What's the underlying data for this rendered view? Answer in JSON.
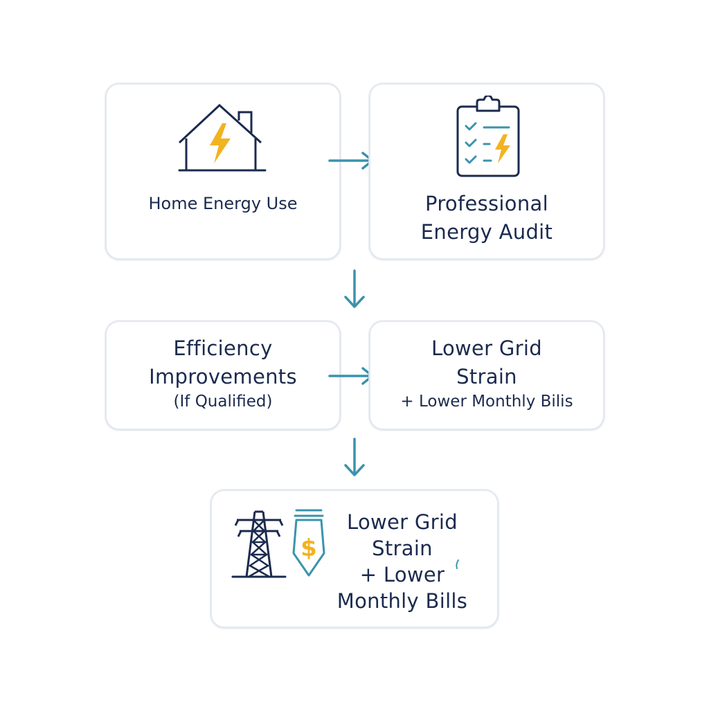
{
  "colors": {
    "navy": "#1b2a4e",
    "teal": "#3a93ad",
    "amber": "#f2b321",
    "card_border": "#e3e8ee"
  },
  "steps": {
    "home": {
      "label": "Home Energy Use",
      "icon": "house-lightning-icon"
    },
    "audit": {
      "line1": "Professional",
      "line2": "Energy Audit",
      "icon": "clipboard-checklist-icon"
    },
    "efficiency": {
      "line1": "Efficiency",
      "line2": "Improvements",
      "note": "(If Qualified)"
    },
    "lower": {
      "line1": "Lower Grid",
      "line2": "Strain",
      "note": "+ Lower Monthly Bilis"
    },
    "final": {
      "line1": "Lower Grid",
      "line2": "Strain",
      "line3": "+  Lower",
      "line4": "Monthly Bills",
      "icons": [
        "power-tower-icon",
        "dollar-tag-icon"
      ]
    }
  },
  "arrows": [
    "right-arrow",
    "down-arrow",
    "right-arrow",
    "down-arrow"
  ]
}
